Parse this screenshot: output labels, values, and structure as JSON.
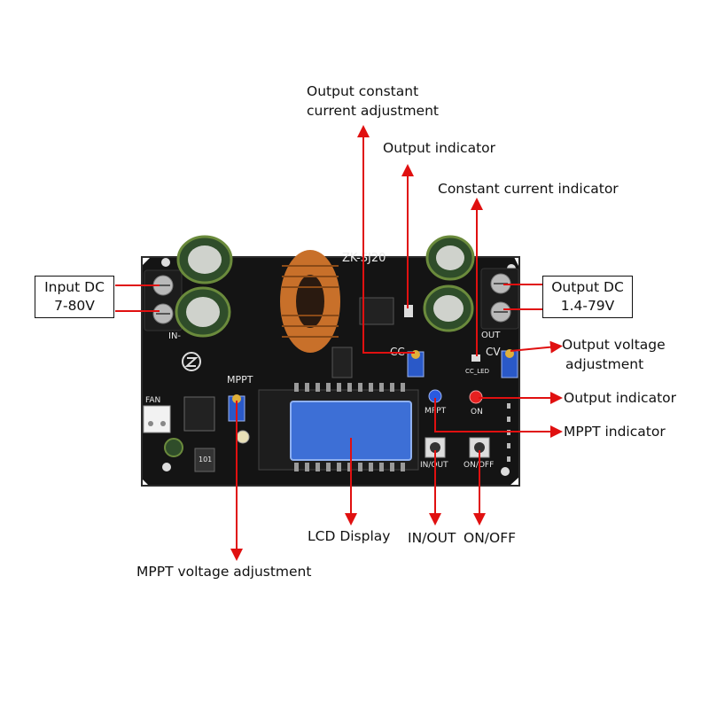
{
  "callouts": {
    "output_cc_adjust_line1": "Output constant",
    "output_cc_adjust_line2": "current adjustment",
    "output_indicator_top": "Output indicator",
    "cc_indicator": "Constant current indicator",
    "input_dc_line1": "Input DC",
    "input_dc_line2": "7-80V",
    "output_dc_line1": "Output DC",
    "output_dc_line2": "1.4-79V",
    "output_voltage_adjust_line1": "Output voltage",
    "output_voltage_adjust_line2": "adjustment",
    "output_indicator_right": "Output indicator",
    "mppt_indicator": "MPPT indicator",
    "lcd_display": "LCD Display",
    "in_out": "IN/OUT",
    "on_off": "ON/OFF",
    "mppt_voltage_adjust": "MPPT voltage adjustment"
  },
  "board": {
    "model": "ZK-SJ20",
    "silk_in": "IN-",
    "silk_out": "OUT",
    "silk_cc": "CC",
    "silk_cv": "CV",
    "silk_mppt_top": "MPPT",
    "silk_mppt_led": "MPPT",
    "silk_on": "ON",
    "silk_in_out": "IN/OUT",
    "silk_on_off": "ON/OFF",
    "silk_fan": "FAN",
    "silk_cc_led": "CC_LED",
    "silk_101": "101"
  },
  "colors": {
    "arrow": "#e01010",
    "pcb": "#141414",
    "copper": "#c8702a",
    "lcd": "#3d6fd6",
    "trimpot": "#2a59c8",
    "led_red": "#e62020",
    "led_blue": "#2a5ae0"
  }
}
